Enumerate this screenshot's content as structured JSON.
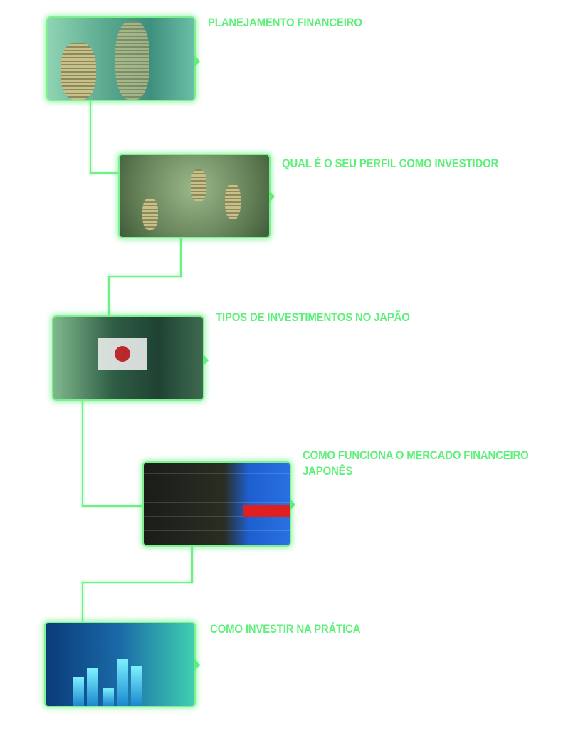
{
  "items": [
    {
      "title": "PLANEJAMENTO FINANCEIRO"
    },
    {
      "title": "QUAL É O SEU PERFIL COMO INVESTIDOR"
    },
    {
      "title": "TIPOS DE INVESTIMENTOS NO JAPÃO"
    },
    {
      "title_line1": "COMO FUNCIONA O MERCADO FINANCEIRO",
      "title_line2": "JAPONÊS"
    },
    {
      "title": "COMO INVESTIR NA PRÁTICA"
    }
  ],
  "colors": {
    "accent": "#5ef07a"
  }
}
